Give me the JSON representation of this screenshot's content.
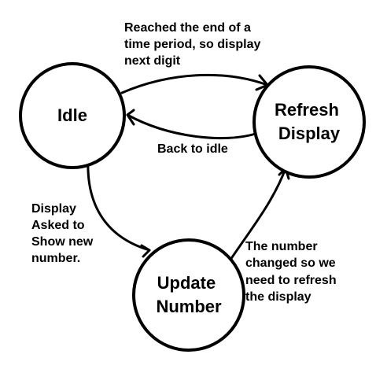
{
  "states": {
    "idle": {
      "lines": [
        "Idle"
      ]
    },
    "refresh": {
      "lines": [
        "Refresh",
        "Display"
      ]
    },
    "update": {
      "lines": [
        "Update",
        "Number"
      ]
    }
  },
  "transitions": {
    "idle_to_refresh": {
      "lines": [
        "Reached the end of a",
        "time period, so display",
        "next digit"
      ]
    },
    "refresh_to_idle": {
      "lines": [
        "Back to idle"
      ]
    },
    "idle_to_update": {
      "lines": [
        "Display",
        "Asked to",
        "Show new",
        "number."
      ]
    },
    "update_to_refresh": {
      "lines": [
        "The number",
        "changed so we",
        "need to refresh",
        "the display"
      ]
    }
  }
}
